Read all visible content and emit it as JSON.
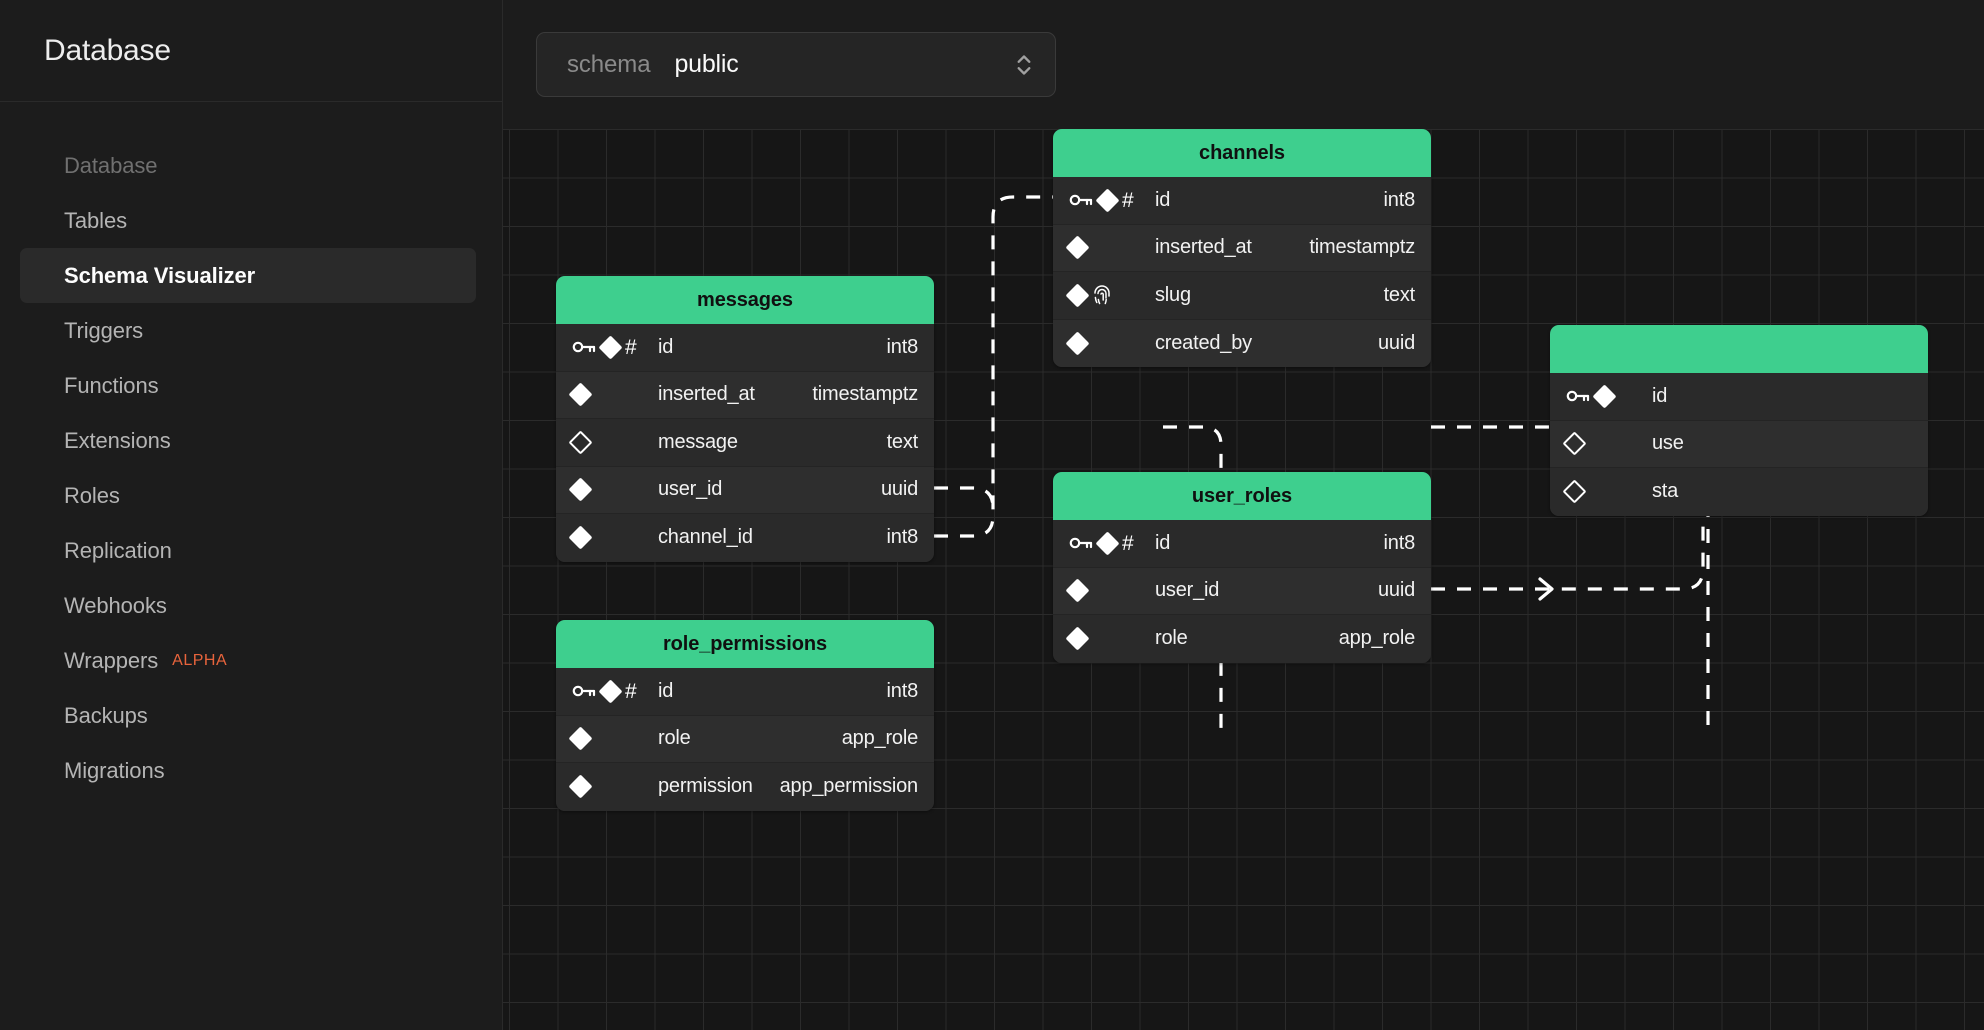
{
  "sidebar": {
    "title": "Database",
    "items": [
      {
        "label": "Database",
        "kind": "group-label",
        "active": false
      },
      {
        "label": "Tables",
        "kind": "link",
        "active": false
      },
      {
        "label": "Schema Visualizer",
        "kind": "link",
        "active": true
      },
      {
        "label": "Triggers",
        "kind": "link",
        "active": false
      },
      {
        "label": "Functions",
        "kind": "link",
        "active": false
      },
      {
        "label": "Extensions",
        "kind": "link",
        "active": false
      },
      {
        "label": "Roles",
        "kind": "link",
        "active": false
      },
      {
        "label": "Replication",
        "kind": "link",
        "active": false
      },
      {
        "label": "Webhooks",
        "kind": "link",
        "active": false
      },
      {
        "label": "Wrappers",
        "kind": "link",
        "active": false,
        "badge": "ALPHA"
      },
      {
        "label": "Backups",
        "kind": "link",
        "active": false
      },
      {
        "label": "Migrations",
        "kind": "link",
        "active": false
      }
    ]
  },
  "toolbar": {
    "schema_label": "schema",
    "schema_value": "public",
    "chevron_icon": "chevron-up-down-icon"
  },
  "colors": {
    "accent_green": "#3ECF8E",
    "alpha_badge": "#e8643c",
    "canvas_bg": "#161616",
    "grid_line": "#2b2b2b",
    "node_bg": "#2a2a2a",
    "edge_line": "#ffffff"
  },
  "graph": {
    "tables": [
      {
        "name": "messages",
        "columns": [
          {
            "name": "id",
            "type": "int8",
            "primary_key": true,
            "nullable": false,
            "unique": false
          },
          {
            "name": "inserted_at",
            "type": "timestamptz",
            "primary_key": false,
            "nullable": false,
            "unique": false
          },
          {
            "name": "message",
            "type": "text",
            "primary_key": false,
            "nullable": true,
            "unique": false
          },
          {
            "name": "user_id",
            "type": "uuid",
            "primary_key": false,
            "nullable": false,
            "unique": false
          },
          {
            "name": "channel_id",
            "type": "int8",
            "primary_key": false,
            "nullable": false,
            "unique": false
          }
        ]
      },
      {
        "name": "role_permissions",
        "columns": [
          {
            "name": "id",
            "type": "int8",
            "primary_key": true,
            "nullable": false,
            "unique": false
          },
          {
            "name": "role",
            "type": "app_role",
            "primary_key": false,
            "nullable": false,
            "unique": false
          },
          {
            "name": "permission",
            "type": "app_permission",
            "primary_key": false,
            "nullable": false,
            "unique": false
          }
        ]
      },
      {
        "name": "channels",
        "columns": [
          {
            "name": "id",
            "type": "int8",
            "primary_key": true,
            "nullable": false,
            "unique": false
          },
          {
            "name": "inserted_at",
            "type": "timestamptz",
            "primary_key": false,
            "nullable": false,
            "unique": false
          },
          {
            "name": "slug",
            "type": "text",
            "primary_key": false,
            "nullable": false,
            "unique": true
          },
          {
            "name": "created_by",
            "type": "uuid",
            "primary_key": false,
            "nullable": false,
            "unique": false
          }
        ]
      },
      {
        "name": "user_roles",
        "columns": [
          {
            "name": "id",
            "type": "int8",
            "primary_key": true,
            "nullable": false,
            "unique": false
          },
          {
            "name": "user_id",
            "type": "uuid",
            "primary_key": false,
            "nullable": false,
            "unique": false
          },
          {
            "name": "role",
            "type": "app_role",
            "primary_key": false,
            "nullable": false,
            "unique": false
          }
        ]
      },
      {
        "name": "",
        "clipped": true,
        "columns": [
          {
            "name": "id",
            "type": "",
            "primary_key": true,
            "nullable": false,
            "unique": false
          },
          {
            "name": "use",
            "type": "",
            "primary_key": false,
            "nullable": true,
            "unique": false
          },
          {
            "name": "sta",
            "type": "",
            "primary_key": false,
            "nullable": true,
            "unique": false
          }
        ]
      }
    ]
  },
  "icons": {
    "key": "key-icon",
    "diamond_filled": "diamond-filled-icon",
    "diamond_hollow": "diamond-outline-icon",
    "hash": "#",
    "fingerprint": "fingerprint-icon"
  }
}
